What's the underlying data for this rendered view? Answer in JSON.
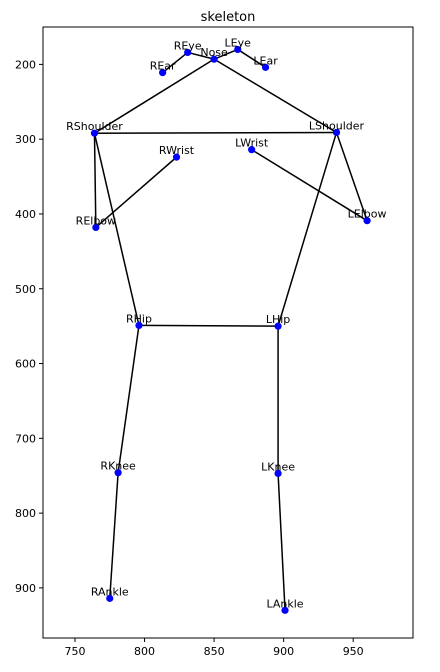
{
  "chart_data": {
    "type": "scatter",
    "title": "skeleton",
    "xlabel": "",
    "ylabel": "",
    "xlim": [
      727,
      993
    ],
    "ylim": [
      150,
      967
    ],
    "y_inverted": true,
    "grid": false,
    "xticks": [
      750,
      800,
      850,
      900,
      950
    ],
    "yticks": [
      200,
      300,
      400,
      500,
      600,
      700,
      800,
      900
    ],
    "point_color": "#0000ff",
    "line_color": "#000000",
    "keypoints": [
      {
        "label": "Nose",
        "x": 850,
        "y": 193
      },
      {
        "label": "REye",
        "x": 831,
        "y": 184
      },
      {
        "label": "LEye",
        "x": 867,
        "y": 180
      },
      {
        "label": "REar",
        "x": 813,
        "y": 211
      },
      {
        "label": "LEar",
        "x": 887,
        "y": 204
      },
      {
        "label": "RShoulder",
        "x": 764,
        "y": 292
      },
      {
        "label": "LShoulder",
        "x": 938,
        "y": 291
      },
      {
        "label": "RElbow",
        "x": 765,
        "y": 418
      },
      {
        "label": "LElbow",
        "x": 960,
        "y": 409
      },
      {
        "label": "RWrist",
        "x": 823,
        "y": 324
      },
      {
        "label": "LWrist",
        "x": 877,
        "y": 314
      },
      {
        "label": "RHip",
        "x": 796,
        "y": 549
      },
      {
        "label": "LHip",
        "x": 896,
        "y": 550
      },
      {
        "label": "RKnee",
        "x": 781,
        "y": 746
      },
      {
        "label": "LKnee",
        "x": 896,
        "y": 747
      },
      {
        "label": "RAnkle",
        "x": 775,
        "y": 914
      },
      {
        "label": "LAnkle",
        "x": 901,
        "y": 930
      }
    ],
    "connections": [
      [
        "RShoulder",
        "Nose"
      ],
      [
        "LShoulder",
        "Nose"
      ],
      [
        "RShoulder",
        "LShoulder"
      ],
      [
        "RShoulder",
        "RElbow"
      ],
      [
        "RElbow",
        "RWrist"
      ],
      [
        "LShoulder",
        "LElbow"
      ],
      [
        "LElbow",
        "LWrist"
      ],
      [
        "RShoulder",
        "RHip"
      ],
      [
        "LShoulder",
        "LHip"
      ],
      [
        "RHip",
        "LHip"
      ],
      [
        "RHip",
        "RKnee"
      ],
      [
        "RKnee",
        "RAnkle"
      ],
      [
        "LHip",
        "LKnee"
      ],
      [
        "LKnee",
        "LAnkle"
      ],
      [
        "Nose",
        "REye"
      ],
      [
        "REye",
        "REar"
      ],
      [
        "Nose",
        "LEye"
      ],
      [
        "LEye",
        "LEar"
      ]
    ]
  }
}
